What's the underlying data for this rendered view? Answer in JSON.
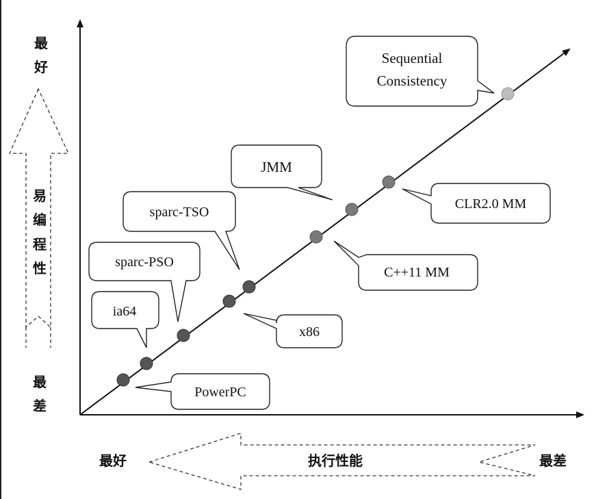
{
  "y_axis": {
    "top_label_1": "最",
    "top_label_2": "好",
    "bottom_label_1": "最",
    "bottom_label_2": "差",
    "title_chars": [
      "易",
      "编",
      "程",
      "性"
    ]
  },
  "x_axis": {
    "left_label": "最好",
    "right_label": "最差",
    "title": "执行性能"
  },
  "callouts": {
    "seq": {
      "line1": "Sequential",
      "line2": "Consistency"
    },
    "jmm": "JMM",
    "clr": "CLR2.0 MM",
    "sparc_tso": "sparc-TSO",
    "sparc_pso": "sparc-PSO",
    "cpp": "C++11 MM",
    "ia64": "ia64",
    "x86": "x86",
    "powerpc": "PowerPC"
  },
  "colors": {
    "dot_dark": "#555555",
    "dot_mid": "#7a7a7a",
    "dot_light": "#bdbdbd"
  }
}
